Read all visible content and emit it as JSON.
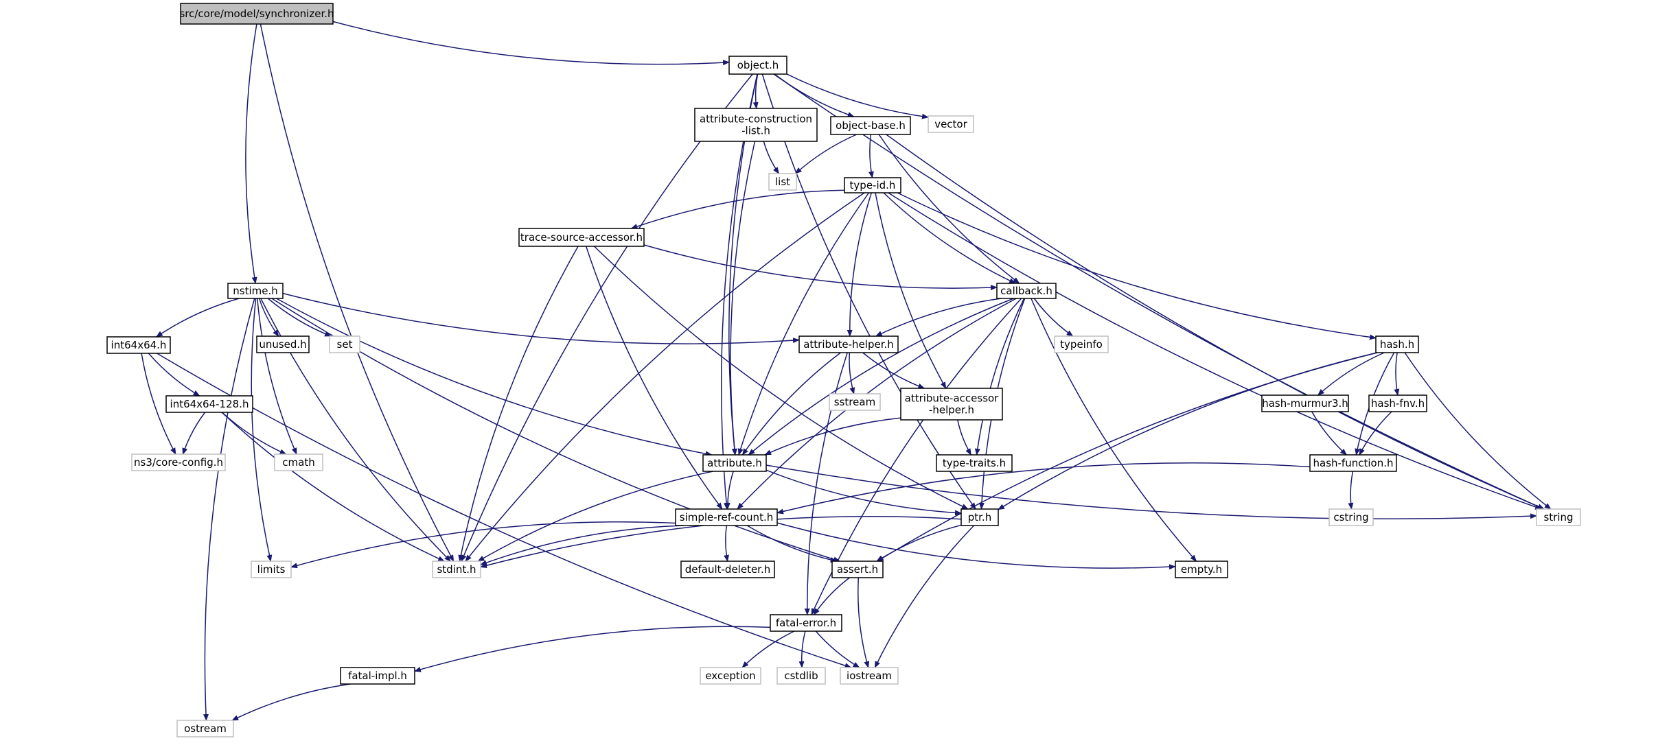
{
  "title": "src/core/model/synchronizer.h",
  "colors": {
    "edge": "#191970",
    "root_fill": "#bfbfbf",
    "node_border": "#000000",
    "external_border": "#bfbfbf",
    "text": "#000000",
    "background": "#ffffff"
  },
  "nodes": [
    {
      "id": "synchronizer",
      "lines": [
        "src/core/model/synchronizer.h"
      ],
      "kind": "root"
    },
    {
      "id": "object",
      "lines": [
        "object.h"
      ],
      "kind": "local"
    },
    {
      "id": "nstime",
      "lines": [
        "nstime.h"
      ],
      "kind": "local"
    },
    {
      "id": "attrconst",
      "lines": [
        "attribute-construction",
        "-list.h"
      ],
      "kind": "local"
    },
    {
      "id": "objbase",
      "lines": [
        "object-base.h"
      ],
      "kind": "local"
    },
    {
      "id": "vector",
      "lines": [
        "vector"
      ],
      "kind": "external"
    },
    {
      "id": "list",
      "lines": [
        "list"
      ],
      "kind": "external"
    },
    {
      "id": "typeid",
      "lines": [
        "type-id.h"
      ],
      "kind": "local"
    },
    {
      "id": "tracesrc",
      "lines": [
        "trace-source-accessor.h"
      ],
      "kind": "local"
    },
    {
      "id": "callback",
      "lines": [
        "callback.h"
      ],
      "kind": "local"
    },
    {
      "id": "int64x64",
      "lines": [
        "int64x64.h"
      ],
      "kind": "local"
    },
    {
      "id": "unused",
      "lines": [
        "unused.h"
      ],
      "kind": "local"
    },
    {
      "id": "set",
      "lines": [
        "set"
      ],
      "kind": "external"
    },
    {
      "id": "attrhelper",
      "lines": [
        "attribute-helper.h"
      ],
      "kind": "local"
    },
    {
      "id": "typeinfo",
      "lines": [
        "typeinfo"
      ],
      "kind": "external"
    },
    {
      "id": "hash",
      "lines": [
        "hash.h"
      ],
      "kind": "local"
    },
    {
      "id": "int128",
      "lines": [
        "int64x64-128.h"
      ],
      "kind": "local"
    },
    {
      "id": "sstream",
      "lines": [
        "sstream"
      ],
      "kind": "external"
    },
    {
      "id": "attracc",
      "lines": [
        "attribute-accessor",
        "-helper.h"
      ],
      "kind": "local"
    },
    {
      "id": "murmur",
      "lines": [
        "hash-murmur3.h"
      ],
      "kind": "local"
    },
    {
      "id": "fnv",
      "lines": [
        "hash-fnv.h"
      ],
      "kind": "local"
    },
    {
      "id": "coreconfig",
      "lines": [
        "ns3/core-config.h"
      ],
      "kind": "external"
    },
    {
      "id": "cmath",
      "lines": [
        "cmath"
      ],
      "kind": "external"
    },
    {
      "id": "attribute",
      "lines": [
        "attribute.h"
      ],
      "kind": "local"
    },
    {
      "id": "typetraits",
      "lines": [
        "type-traits.h"
      ],
      "kind": "local"
    },
    {
      "id": "hashfunc",
      "lines": [
        "hash-function.h"
      ],
      "kind": "local"
    },
    {
      "id": "simpleref",
      "lines": [
        "simple-ref-count.h"
      ],
      "kind": "local"
    },
    {
      "id": "ptr",
      "lines": [
        "ptr.h"
      ],
      "kind": "local"
    },
    {
      "id": "cstring",
      "lines": [
        "cstring"
      ],
      "kind": "external"
    },
    {
      "id": "string",
      "lines": [
        "string"
      ],
      "kind": "external"
    },
    {
      "id": "limits",
      "lines": [
        "limits"
      ],
      "kind": "external"
    },
    {
      "id": "stdint",
      "lines": [
        "stdint.h"
      ],
      "kind": "external"
    },
    {
      "id": "defdel",
      "lines": [
        "default-deleter.h"
      ],
      "kind": "local"
    },
    {
      "id": "assert",
      "lines": [
        "assert.h"
      ],
      "kind": "local"
    },
    {
      "id": "empty",
      "lines": [
        "empty.h"
      ],
      "kind": "local"
    },
    {
      "id": "fatalerr",
      "lines": [
        "fatal-error.h"
      ],
      "kind": "local"
    },
    {
      "id": "fatalimpl",
      "lines": [
        "fatal-impl.h"
      ],
      "kind": "local"
    },
    {
      "id": "exception",
      "lines": [
        "exception"
      ],
      "kind": "external"
    },
    {
      "id": "cstdlib",
      "lines": [
        "cstdlib"
      ],
      "kind": "external"
    },
    {
      "id": "iostream",
      "lines": [
        "iostream"
      ],
      "kind": "external"
    },
    {
      "id": "ostream",
      "lines": [
        "ostream"
      ],
      "kind": "external"
    }
  ],
  "edges": [
    [
      "synchronizer",
      "object"
    ],
    [
      "synchronizer",
      "nstime"
    ],
    [
      "synchronizer",
      "stdint"
    ],
    [
      "object",
      "attrconst"
    ],
    [
      "object",
      "objbase"
    ],
    [
      "object",
      "vector"
    ],
    [
      "object",
      "string"
    ],
    [
      "object",
      "stdint"
    ],
    [
      "object",
      "attribute"
    ],
    [
      "object",
      "simpleref"
    ],
    [
      "object",
      "ptr"
    ],
    [
      "attrconst",
      "list"
    ],
    [
      "attrconst",
      "attribute"
    ],
    [
      "objbase",
      "list"
    ],
    [
      "objbase",
      "typeid"
    ],
    [
      "objbase",
      "callback"
    ],
    [
      "objbase",
      "string"
    ],
    [
      "typeid",
      "tracesrc"
    ],
    [
      "typeid",
      "callback"
    ],
    [
      "typeid",
      "attrhelper"
    ],
    [
      "typeid",
      "attracc"
    ],
    [
      "typeid",
      "hash"
    ],
    [
      "typeid",
      "attribute"
    ],
    [
      "typeid",
      "stdint"
    ],
    [
      "typeid",
      "string"
    ],
    [
      "tracesrc",
      "callback"
    ],
    [
      "tracesrc",
      "stdint"
    ],
    [
      "tracesrc",
      "simpleref"
    ],
    [
      "tracesrc",
      "ptr"
    ],
    [
      "callback",
      "attrhelper"
    ],
    [
      "callback",
      "typeinfo"
    ],
    [
      "callback",
      "attribute"
    ],
    [
      "callback",
      "typetraits"
    ],
    [
      "callback",
      "simpleref"
    ],
    [
      "callback",
      "ptr"
    ],
    [
      "callback",
      "fatalerr"
    ],
    [
      "callback",
      "empty"
    ],
    [
      "nstime",
      "int64x64"
    ],
    [
      "nstime",
      "unused"
    ],
    [
      "nstime",
      "set"
    ],
    [
      "nstime",
      "attrhelper"
    ],
    [
      "nstime",
      "attribute"
    ],
    [
      "nstime",
      "cmath"
    ],
    [
      "nstime",
      "stdint"
    ],
    [
      "nstime",
      "limits"
    ],
    [
      "nstime",
      "assert"
    ],
    [
      "nstime",
      "ostream"
    ],
    [
      "int64x64",
      "int128"
    ],
    [
      "int64x64",
      "coreconfig"
    ],
    [
      "int64x64",
      "iostream"
    ],
    [
      "int128",
      "coreconfig"
    ],
    [
      "int128",
      "cmath"
    ],
    [
      "int128",
      "stdint"
    ],
    [
      "attrhelper",
      "sstream"
    ],
    [
      "attrhelper",
      "attracc"
    ],
    [
      "attrhelper",
      "attribute"
    ],
    [
      "attrhelper",
      "fatalerr"
    ],
    [
      "attracc",
      "attribute"
    ],
    [
      "attracc",
      "typetraits"
    ],
    [
      "hash",
      "murmur"
    ],
    [
      "hash",
      "fnv"
    ],
    [
      "hash",
      "hashfunc"
    ],
    [
      "hash",
      "string"
    ],
    [
      "hash",
      "ptr"
    ],
    [
      "hash",
      "assert"
    ],
    [
      "murmur",
      "hashfunc"
    ],
    [
      "fnv",
      "hashfunc"
    ],
    [
      "hashfunc",
      "cstring"
    ],
    [
      "hashfunc",
      "simpleref"
    ],
    [
      "attribute",
      "string"
    ],
    [
      "attribute",
      "simpleref"
    ],
    [
      "attribute",
      "ptr"
    ],
    [
      "attribute",
      "stdint"
    ],
    [
      "simpleref",
      "stdint"
    ],
    [
      "simpleref",
      "limits"
    ],
    [
      "simpleref",
      "defdel"
    ],
    [
      "simpleref",
      "assert"
    ],
    [
      "simpleref",
      "empty"
    ],
    [
      "ptr",
      "stdint"
    ],
    [
      "ptr",
      "assert"
    ],
    [
      "ptr",
      "iostream"
    ],
    [
      "assert",
      "fatalerr"
    ],
    [
      "assert",
      "iostream"
    ],
    [
      "fatalerr",
      "exception"
    ],
    [
      "fatalerr",
      "cstdlib"
    ],
    [
      "fatalerr",
      "iostream"
    ],
    [
      "fatalerr",
      "fatalimpl"
    ],
    [
      "fatalimpl",
      "ostream"
    ]
  ]
}
